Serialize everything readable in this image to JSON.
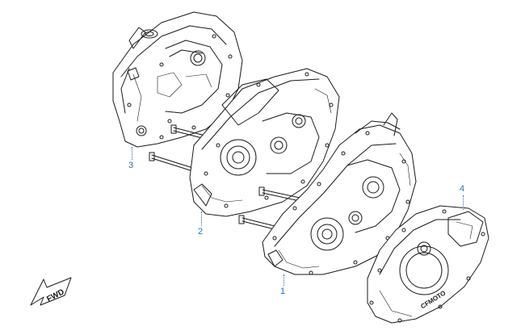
{
  "callouts": [
    {
      "id": "1",
      "label": "1"
    },
    {
      "id": "2",
      "label": "2"
    },
    {
      "id": "3",
      "label": "3"
    },
    {
      "id": "4",
      "label": "4"
    }
  ],
  "fwd_label": "FWD",
  "cover_logo": "CFMOTO",
  "colors": {
    "line": "#1a1a1a",
    "callout": "#2a6fb4",
    "background": "#ffffff"
  }
}
